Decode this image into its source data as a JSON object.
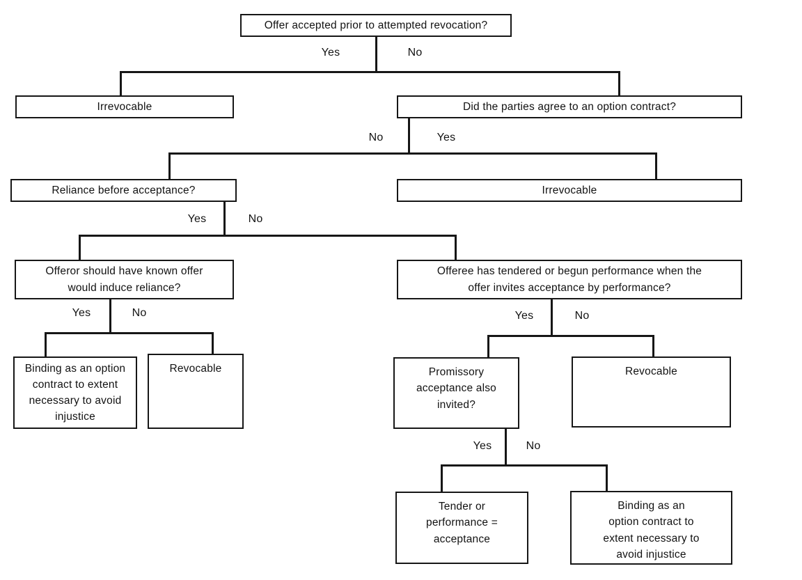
{
  "diagram": {
    "type": "decision-tree",
    "background_color": "#ffffff",
    "line_color": "#161616",
    "text_color": "#121212",
    "nodes": [
      {
        "id": "q_accepted",
        "kind": "question",
        "label": "Offer accepted prior to attempted revocation?"
      },
      {
        "id": "irrevocable_yes",
        "kind": "outcome",
        "label": "Irrevocable"
      },
      {
        "id": "q_option_contract",
        "kind": "question",
        "label": "Did the parties agree to an option contract?"
      },
      {
        "id": "q_reliance",
        "kind": "question",
        "label": "Reliance before acceptance?"
      },
      {
        "id": "irrevocable_option",
        "kind": "outcome",
        "label": "Irrevocable"
      },
      {
        "id": "q_offeror_known",
        "kind": "question",
        "lines": [
          "Offeror should have known offer",
          "would induce reliance?"
        ]
      },
      {
        "id": "q_offeree_tendered",
        "kind": "question",
        "lines": [
          "Offeree has tendered or begun performance when the",
          "offer invites acceptance by performance?"
        ]
      },
      {
        "id": "binding_option_left",
        "kind": "outcome",
        "lines": [
          "Binding as an option",
          "contract to extent",
          "necessary to avoid",
          "injustice"
        ]
      },
      {
        "id": "revocable_left",
        "kind": "outcome",
        "label": "Revocable"
      },
      {
        "id": "q_promissory",
        "kind": "question",
        "lines": [
          "Promissory",
          "acceptance also",
          "invited?"
        ]
      },
      {
        "id": "revocable_right",
        "kind": "outcome",
        "label": "Revocable"
      },
      {
        "id": "tender_acceptance",
        "kind": "outcome",
        "lines": [
          "Tender or",
          "performance =",
          "acceptance"
        ]
      },
      {
        "id": "binding_option_right",
        "kind": "outcome",
        "lines": [
          "Binding as an",
          "option contract to",
          "extent necessary to",
          "avoid injustice"
        ]
      }
    ],
    "edges": [
      {
        "from": "q_accepted",
        "label": "Yes",
        "to": "irrevocable_yes"
      },
      {
        "from": "q_accepted",
        "label": "No",
        "to": "q_option_contract"
      },
      {
        "from": "q_option_contract",
        "label": "No",
        "to": "q_reliance"
      },
      {
        "from": "q_option_contract",
        "label": "Yes",
        "to": "irrevocable_option"
      },
      {
        "from": "q_reliance",
        "label": "Yes",
        "to": "q_offeror_known"
      },
      {
        "from": "q_reliance",
        "label": "No",
        "to": "q_offeree_tendered"
      },
      {
        "from": "q_offeror_known",
        "label": "Yes",
        "to": "binding_option_left"
      },
      {
        "from": "q_offeror_known",
        "label": "No",
        "to": "revocable_left"
      },
      {
        "from": "q_offeree_tendered",
        "label": "Yes",
        "to": "q_promissory"
      },
      {
        "from": "q_offeree_tendered",
        "label": "No",
        "to": "revocable_right"
      },
      {
        "from": "q_promissory",
        "label": "Yes",
        "to": "tender_acceptance"
      },
      {
        "from": "q_promissory",
        "label": "No",
        "to": "binding_option_right"
      }
    ]
  }
}
